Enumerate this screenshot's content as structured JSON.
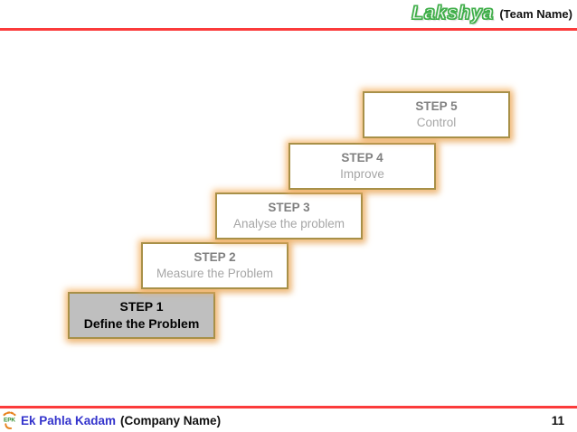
{
  "header": {
    "team_logo_text": "Lakshya",
    "team_label": "(Team Name)"
  },
  "steps": [
    {
      "title": "STEP 1",
      "subtitle": "Define the Problem",
      "highlighted": true
    },
    {
      "title": "STEP 2",
      "subtitle": "Measure the Problem",
      "highlighted": false
    },
    {
      "title": "STEP 3",
      "subtitle": "Analyse the problem",
      "highlighted": false
    },
    {
      "title": "STEP 4",
      "subtitle": "Improve",
      "highlighted": false
    },
    {
      "title": "STEP 5",
      "subtitle": "Control",
      "highlighted": false
    }
  ],
  "footer": {
    "logo_text": "EPK",
    "company_name": "Ek Pahla Kadam",
    "company_label": "(Company Name)",
    "page_number": "11"
  },
  "colors": {
    "accent_red": "#fb3b3b",
    "step_border_tan": "#a89048",
    "step_glow_orange": "#f5b261",
    "step1_fill_gray": "#bfbfbf",
    "step_title_gray": "#808080",
    "step_subtitle_gray": "#a6a6a6",
    "team_logo_green": "#3fae49",
    "company_blue": "#3333cc",
    "logo_orange": "#e8821e",
    "logo_green": "#2e8b2e"
  }
}
